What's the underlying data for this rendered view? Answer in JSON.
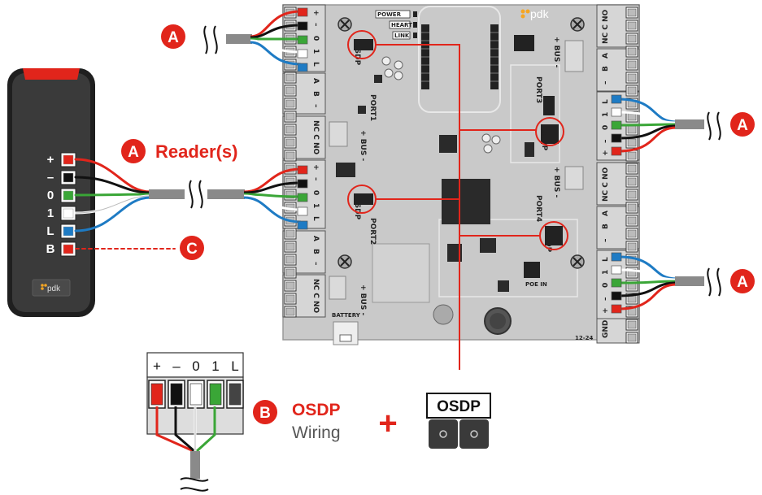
{
  "colors": {
    "accent_red": "#e1251b",
    "board": "#c9c9c9",
    "reader_body": "#3a3a3a",
    "wire_red": "#e1251b",
    "wire_black": "#111111",
    "wire_green": "#3aa637",
    "wire_white": "#ffffff",
    "wire_blue": "#1e7bc4",
    "cable_gray": "#8a8a8a"
  },
  "reader": {
    "terminals": [
      "+",
      "–",
      "0",
      "1",
      "L",
      "B"
    ],
    "logo": "pdk"
  },
  "labels": {
    "reader_badge": "A",
    "reader_caption": "Reader(s)",
    "top_left_badge": "A",
    "right_top_badge": "A",
    "right_bottom_badge": "A",
    "c_badge": "C",
    "b_badge": "B",
    "b_title": "OSDP",
    "b_sub": "Wiring",
    "plus": "+",
    "osdp_jumper": "OSDP"
  },
  "connector": {
    "headers": [
      "+",
      "–",
      "0",
      "1",
      "L"
    ]
  },
  "board": {
    "logo": "pdk",
    "leds": [
      "POWER",
      "HEART",
      "LINK"
    ],
    "port_labels": [
      "PORT1",
      "PORT2",
      "PORT3",
      "PORT4"
    ],
    "terminal_labels": {
      "reader": [
        "+",
        "–",
        "0",
        "1",
        "L"
      ],
      "ab": [
        "A",
        "B",
        "–"
      ],
      "relay": [
        "NC",
        "C",
        "NO"
      ],
      "bus": "+ BUS -",
      "battery": "BATTERY",
      "version": "12-24",
      "gnd": "GND",
      "poe": "POE IN"
    },
    "osdp_chip": "OSDP"
  }
}
